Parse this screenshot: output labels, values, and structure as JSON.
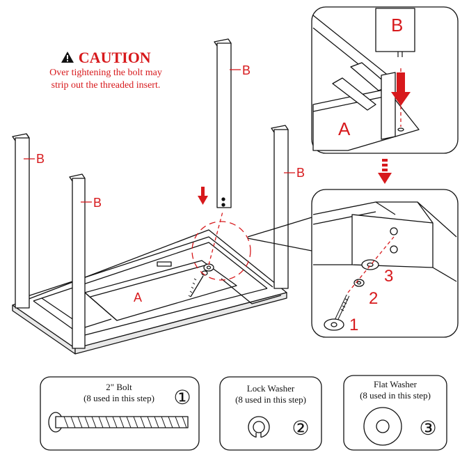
{
  "caution": {
    "title": "CAUTION",
    "text_line1": "Over tightening the bolt may",
    "text_line2": "strip out the threaded insert."
  },
  "labels": {
    "leg": "B",
    "frame": "A",
    "step1": "1",
    "step2": "2",
    "step3": "3"
  },
  "parts": [
    {
      "name": "2\" Bolt",
      "qty": "(8 used in this step)",
      "number": "①"
    },
    {
      "name": "Lock Washer",
      "qty": "(8 used in this step)",
      "number": "②"
    },
    {
      "name": "Flat Washer",
      "qty": "(8 used in this step)",
      "number": "③"
    }
  ],
  "colors": {
    "accent": "#d7191c",
    "line": "#111111",
    "shade": "#dcdcdc"
  },
  "icons": [
    "warning-triangle-icon",
    "down-arrow-icon",
    "dashed-down-arrow-icon"
  ]
}
